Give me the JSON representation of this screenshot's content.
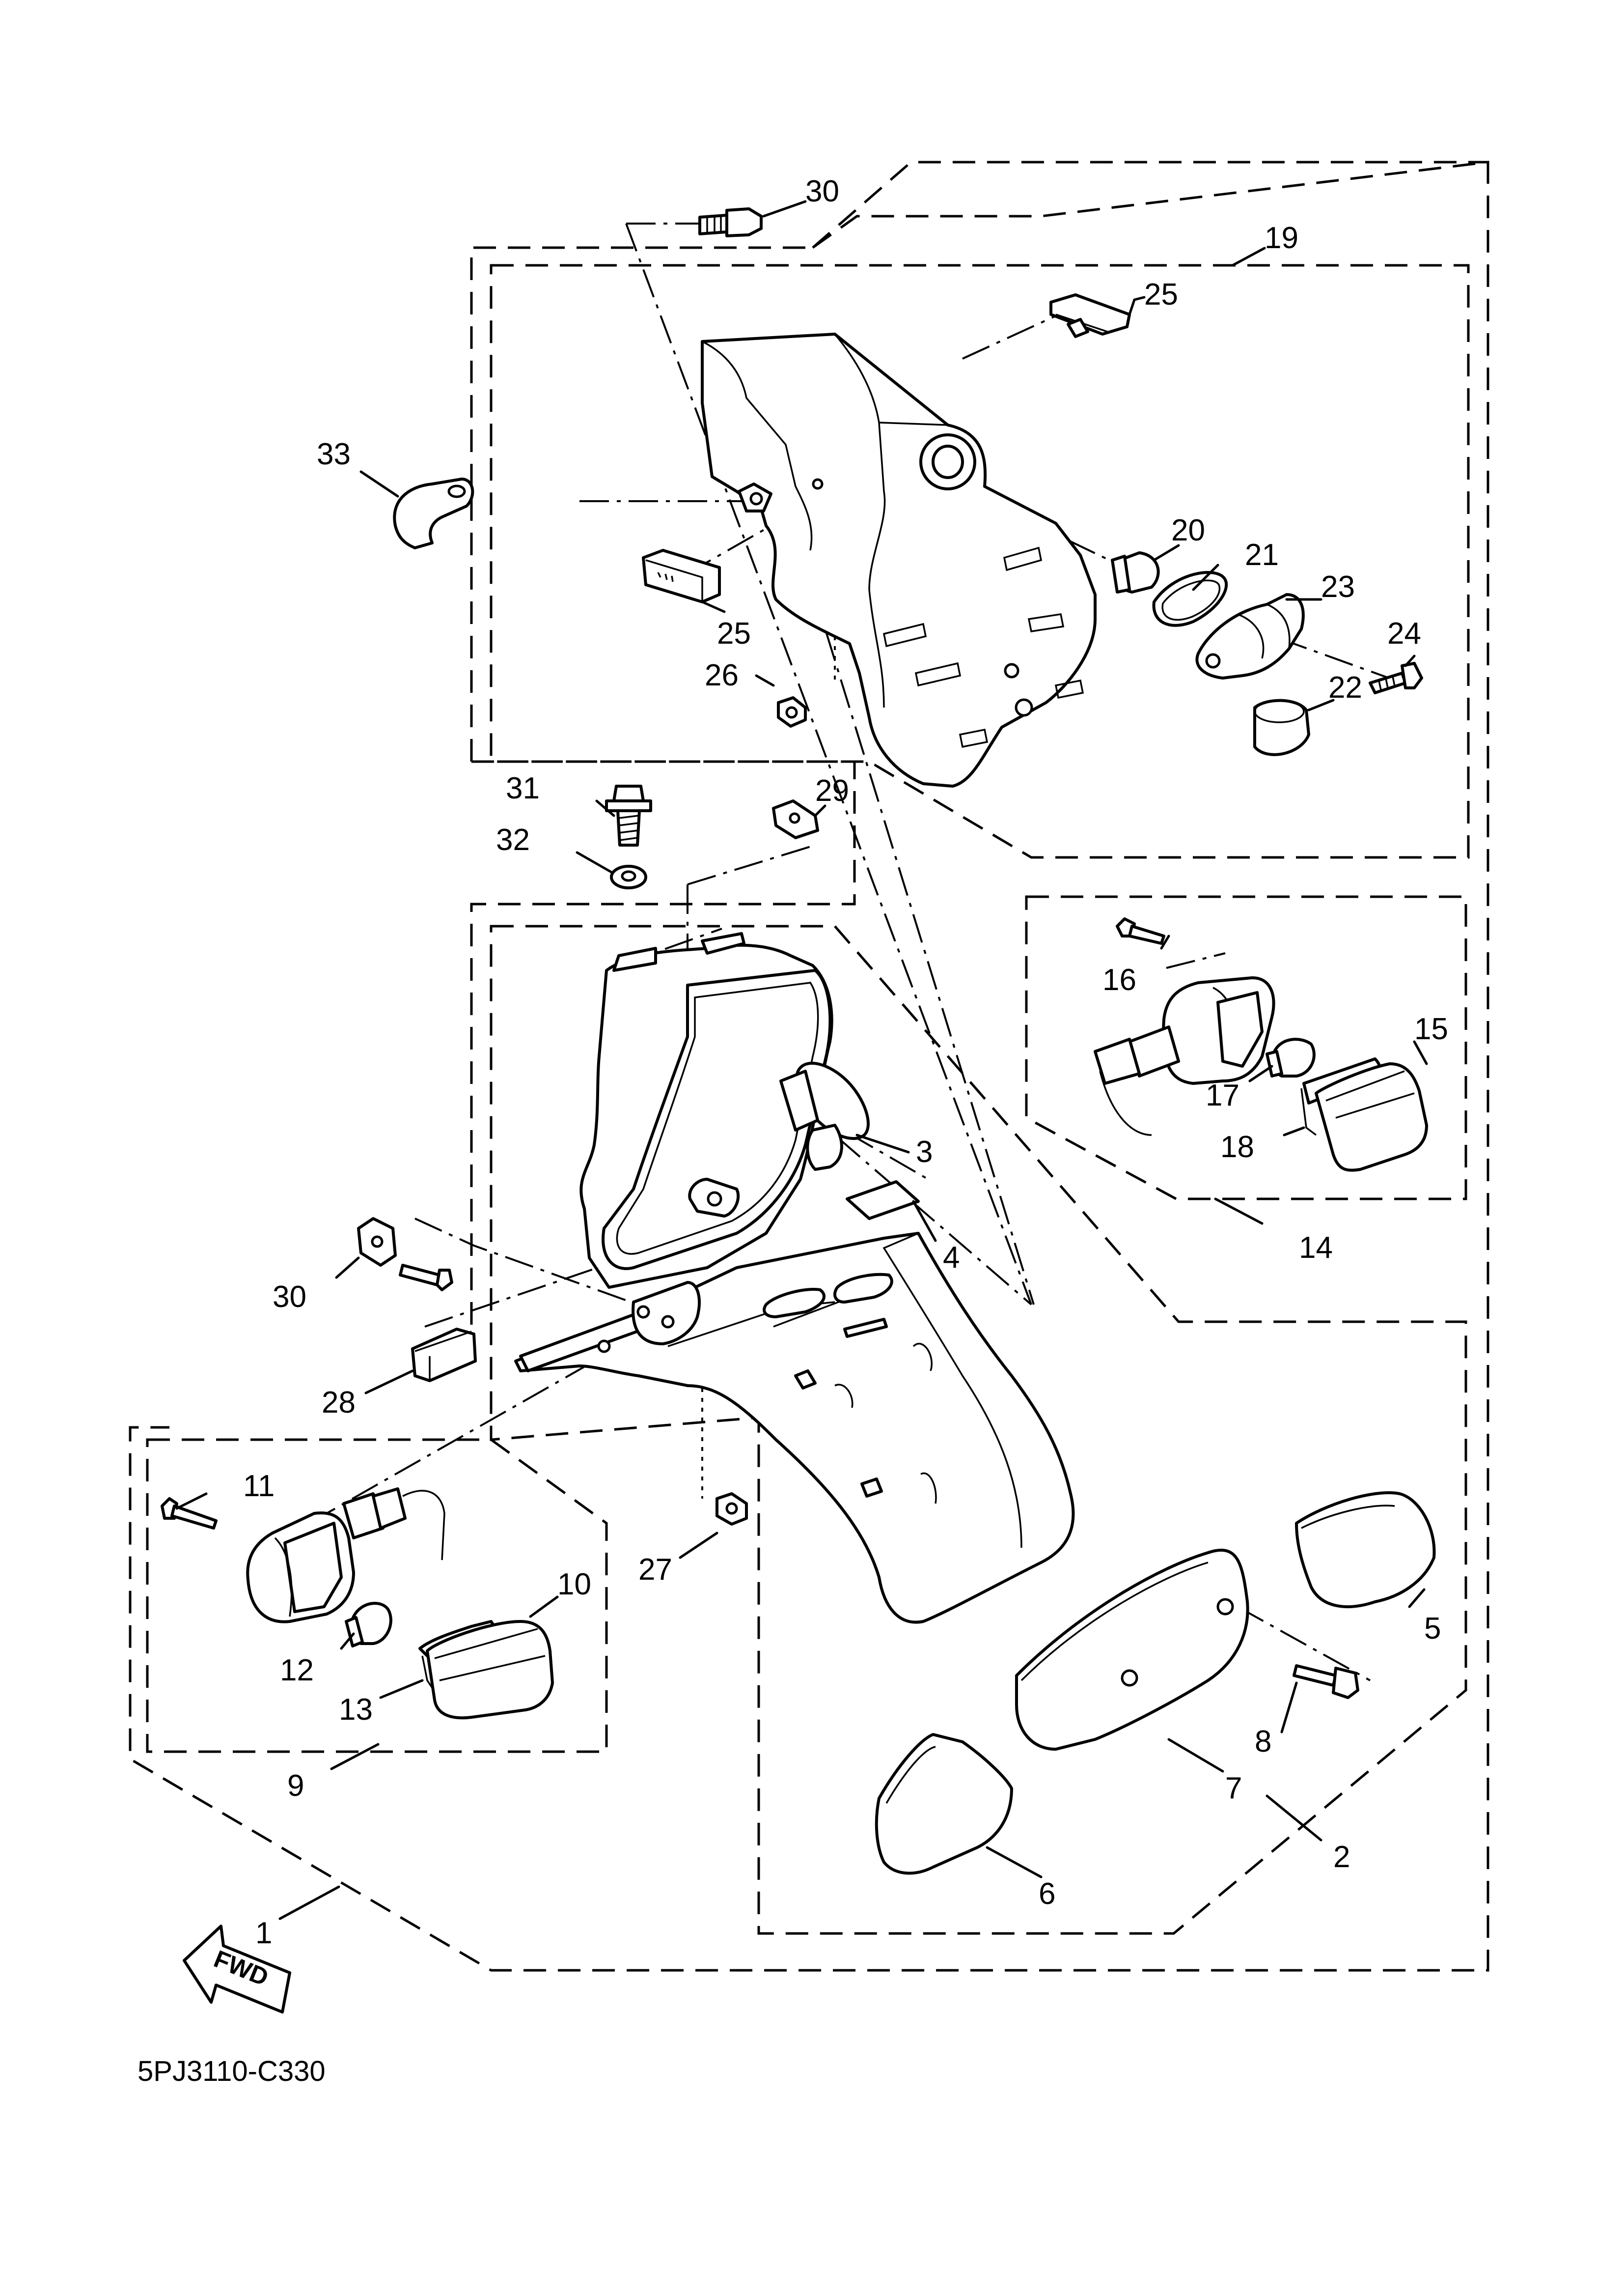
{
  "diagram_code": "5PJ3110-C330",
  "fwd_label": "FWD",
  "callouts": [
    {
      "id": "c1",
      "text": "1"
    },
    {
      "id": "c2",
      "text": "2"
    },
    {
      "id": "c3",
      "text": "3"
    },
    {
      "id": "c4",
      "text": "4"
    },
    {
      "id": "c5",
      "text": "5"
    },
    {
      "id": "c6",
      "text": "6"
    },
    {
      "id": "c7",
      "text": "7"
    },
    {
      "id": "c8",
      "text": "8"
    },
    {
      "id": "c9",
      "text": "9"
    },
    {
      "id": "c10",
      "text": "10"
    },
    {
      "id": "c11",
      "text": "11"
    },
    {
      "id": "c12",
      "text": "12"
    },
    {
      "id": "c13",
      "text": "13"
    },
    {
      "id": "c14",
      "text": "14"
    },
    {
      "id": "c15",
      "text": "15"
    },
    {
      "id": "c16",
      "text": "16"
    },
    {
      "id": "c17",
      "text": "17"
    },
    {
      "id": "c18",
      "text": "18"
    },
    {
      "id": "c19",
      "text": "19"
    },
    {
      "id": "c20",
      "text": "20"
    },
    {
      "id": "c21",
      "text": "21"
    },
    {
      "id": "c22",
      "text": "22"
    },
    {
      "id": "c23",
      "text": "23"
    },
    {
      "id": "c24",
      "text": "24"
    },
    {
      "id": "c25a",
      "text": "25"
    },
    {
      "id": "c25b",
      "text": "25"
    },
    {
      "id": "c26",
      "text": "26"
    },
    {
      "id": "c27",
      "text": "27"
    },
    {
      "id": "c28",
      "text": "28"
    },
    {
      "id": "c29",
      "text": "29"
    },
    {
      "id": "c30a",
      "text": "30"
    },
    {
      "id": "c30b",
      "text": "30"
    },
    {
      "id": "c31",
      "text": "31"
    },
    {
      "id": "c32",
      "text": "32"
    },
    {
      "id": "c33",
      "text": "33"
    }
  ]
}
